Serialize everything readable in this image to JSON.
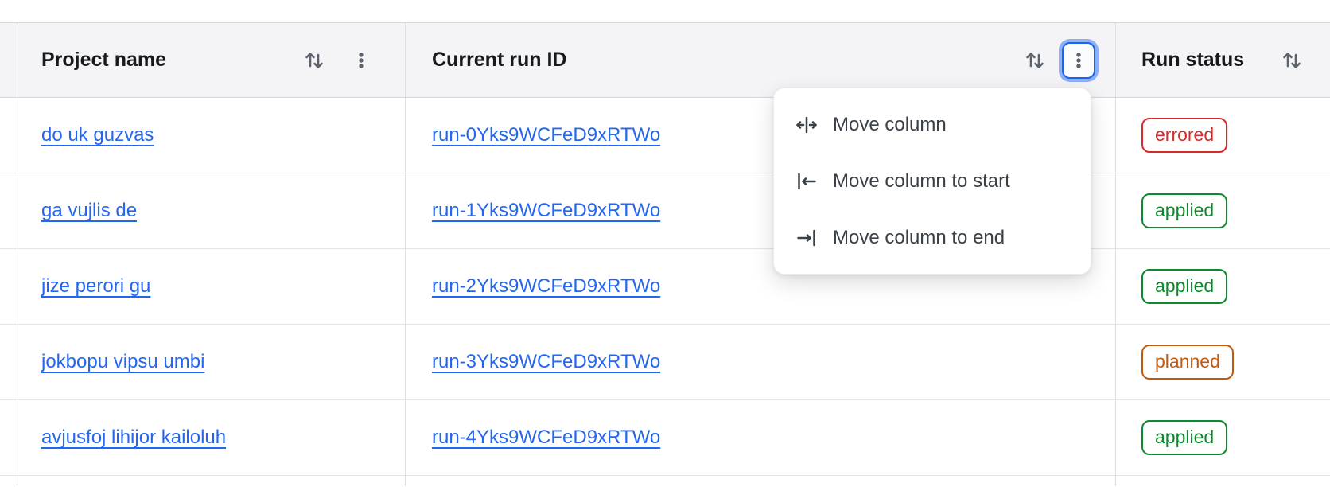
{
  "table": {
    "columns": [
      {
        "label": "Project name"
      },
      {
        "label": "Current run ID"
      },
      {
        "label": "Run status"
      }
    ],
    "rows": [
      {
        "project": "do uk guzvas",
        "run_id": "run-0Yks9WCFeD9xRTWo",
        "status": "errored"
      },
      {
        "project": "ga vujlis de",
        "run_id": "run-1Yks9WCFeD9xRTWo",
        "status": "applied"
      },
      {
        "project": "jize perori gu",
        "run_id": "run-2Yks9WCFeD9xRTWo",
        "status": "applied"
      },
      {
        "project": "jokbopu vipsu umbi",
        "run_id": "run-3Yks9WCFeD9xRTWo",
        "status": "planned"
      },
      {
        "project": "avjusfoj lihijor kailoluh",
        "run_id": "run-4Yks9WCFeD9xRTWo",
        "status": "applied"
      }
    ]
  },
  "menu": {
    "items": [
      {
        "label": "Move column",
        "icon": "move-column-icon"
      },
      {
        "label": "Move column to start",
        "icon": "move-column-to-start-icon"
      },
      {
        "label": "Move column to end",
        "icon": "move-column-to-end-icon"
      }
    ]
  },
  "colors": {
    "link": "#2566f0",
    "focus_border": "#1b63f3",
    "header_bg": "#f4f4f6",
    "icon_gray": "#5c636e",
    "status": {
      "errored": "#d42b2b",
      "applied": "#0e8a2e",
      "planned": "#bf5a12"
    }
  }
}
